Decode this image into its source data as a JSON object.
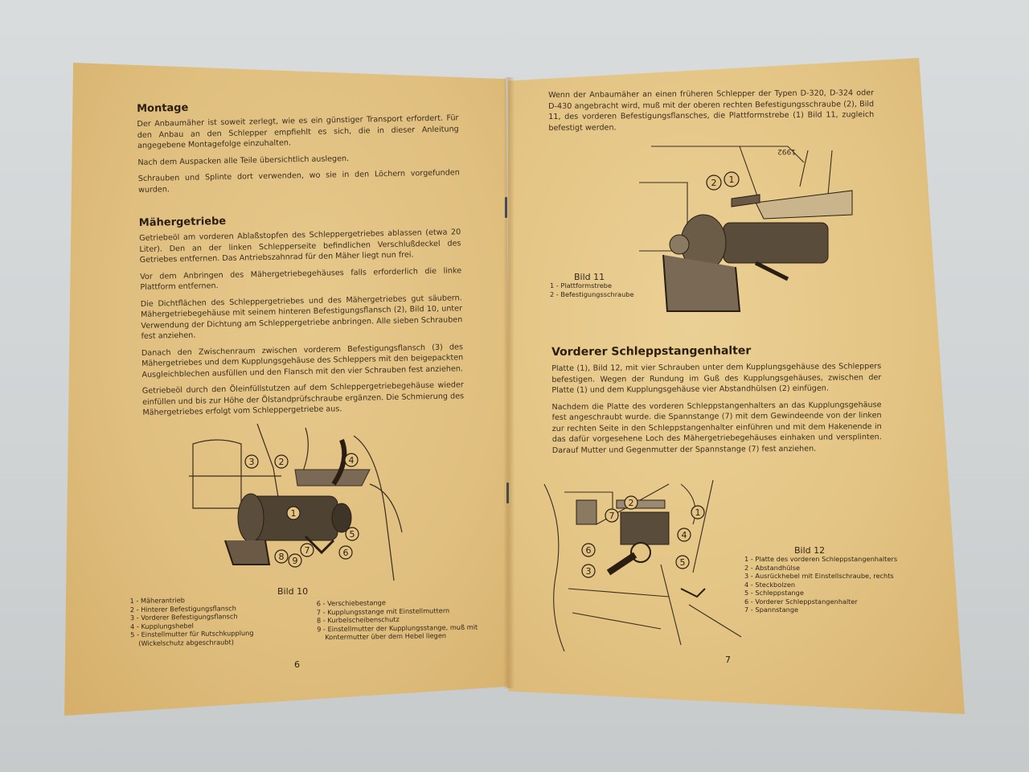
{
  "left_page": {
    "sections": [
      {
        "heading": "Montage",
        "paragraphs": [
          "Der Anbaumäher ist soweit zerlegt, wie es ein günstiger Transport erfordert. Für den Anbau an den Schlepper empfiehlt es sich, die in dieser Anleitung angegebene Montagefolge einzuhalten.",
          "Nach dem Auspacken alle Teile übersichtlich auslegen.",
          "Schrauben und Splinte dort verwenden, wo sie in den Löchern vorgefunden wurden."
        ]
      },
      {
        "heading": "Mähergetriebe",
        "paragraphs": [
          "Getriebeöl am vorderen Ablaßstopfen des Schleppergetriebes ablassen (etwa 20 Liter). Den an der linken Schlepperseite befindlichen Verschlußdeckel des Getriebes entfernen. Das Antriebszahnrad für den Mäher liegt nun frei.",
          "Vor dem Anbringen des Mähergetriebegehäuses falls erforderlich die linke Plattform entfernen.",
          "Die Dichtflächen des Schleppergetriebes und des Mähergetriebes gut säubern. Mähergetriebegehäuse mit seinem hinteren Befestigungsflansch (2), Bild 10, unter Verwendung der Dichtung am Schleppergetriebe anbringen. Alle sieben Schrauben fest anziehen.",
          "Danach den Zwischenraum zwischen vorderem Befestigungsflansch (3) des Mähergetriebes und dem Kupplungsgehäuse des Schleppers mit den beigepackten Ausgleichblechen ausfüllen und den Flansch mit den vier Schrauben fest anziehen.",
          "Getriebeöl durch den Öleinfüllstutzen auf dem Schleppergetriebegehäuse wieder einfüllen und bis zur Höhe der Ölstandprüfschraube ergänzen. Die Schmierung des Mähergetriebes erfolgt vom Schleppergetriebe aus."
        ]
      }
    ],
    "figure": {
      "title": "Bild 10",
      "callouts": [
        "1",
        "2",
        "3",
        "4",
        "5",
        "6",
        "7",
        "8",
        "9"
      ],
      "legend_col1": [
        "1 - Mäherantrieb",
        "2 - Hinterer Befestigungsflansch",
        "3 - Vorderer Befestigungsflansch",
        "4 - Kupplungshebel",
        "5 - Einstellmutter für Rutschkupplung",
        "(Wickelschutz abgeschraubt)"
      ],
      "legend_col2": [
        "6 - Verschiebestange",
        "7 - Kupplungsstange mit Einstellmuttern",
        "8 - Kurbelscheibenschutz",
        "9 - Einstellmutter der Kupplungsstange, muß mit",
        "Kontermutter über dem Hebel liegen"
      ]
    },
    "page_number": "6"
  },
  "right_page": {
    "intro_paragraph": "Wenn der Anbaumäher an einen früheren Schlepper der Typen D-320, D-324 oder D-430 angebracht wird, muß mit der oberen rechten Befestigungsschraube (2), Bild 11, des vorderen Befestigungsflansches, die Plattformstrebe (1) Bild 11, zugleich befestigt werden.",
    "figure_11": {
      "title": "Bild 11",
      "plate_mark": "1992",
      "callouts": [
        "2",
        "1"
      ],
      "legend": [
        "1 - Plattformstrebe",
        "2 - Befestigungsschraube"
      ]
    },
    "section": {
      "heading": "Vorderer Schleppstangenhalter",
      "paragraphs": [
        "Platte (1), Bild 12, mit vier Schrauben unter dem Kupplungsgehäuse des Schleppers befestigen. Wegen der Rundung im Guß des Kupplungsgehäuses, zwischen der Platte (1) und dem Kupplungsgehäuse vier Abstandhülsen (2) einfügen.",
        "Nachdem die Platte des vorderen Schleppstangenhalters an das Kupplungsgehäuse fest angeschraubt wurde. die Spannstange (7) mit dem Gewindeende von der linken zur rechten Seite in den Schleppstangenhalter einführen und mit dem Hakenende in das dafür vorgesehene Loch des Mähergetriebegehäuses einhaken und versplinten. Darauf Mutter und Gegenmutter der Spannstange (7) fest anziehen."
      ]
    },
    "figure_12": {
      "title": "Bild 12",
      "callouts": [
        "1",
        "2",
        "3",
        "4",
        "5",
        "6",
        "7"
      ],
      "legend": [
        "1 - Platte des vorderen Schleppstangenhalters",
        "2 - Abstandhülse",
        "3 - Ausrückhebel mit Einstellschraube, rechts",
        "4 - Steckbolzen",
        "5 - Schleppstange",
        "6 - Vorderer Schleppstangenhalter",
        "7 - Spannstange"
      ]
    },
    "page_number": "7"
  },
  "colors": {
    "background": "#d3d7d8",
    "paper": "#e3c484",
    "ink": "#2b2116"
  }
}
